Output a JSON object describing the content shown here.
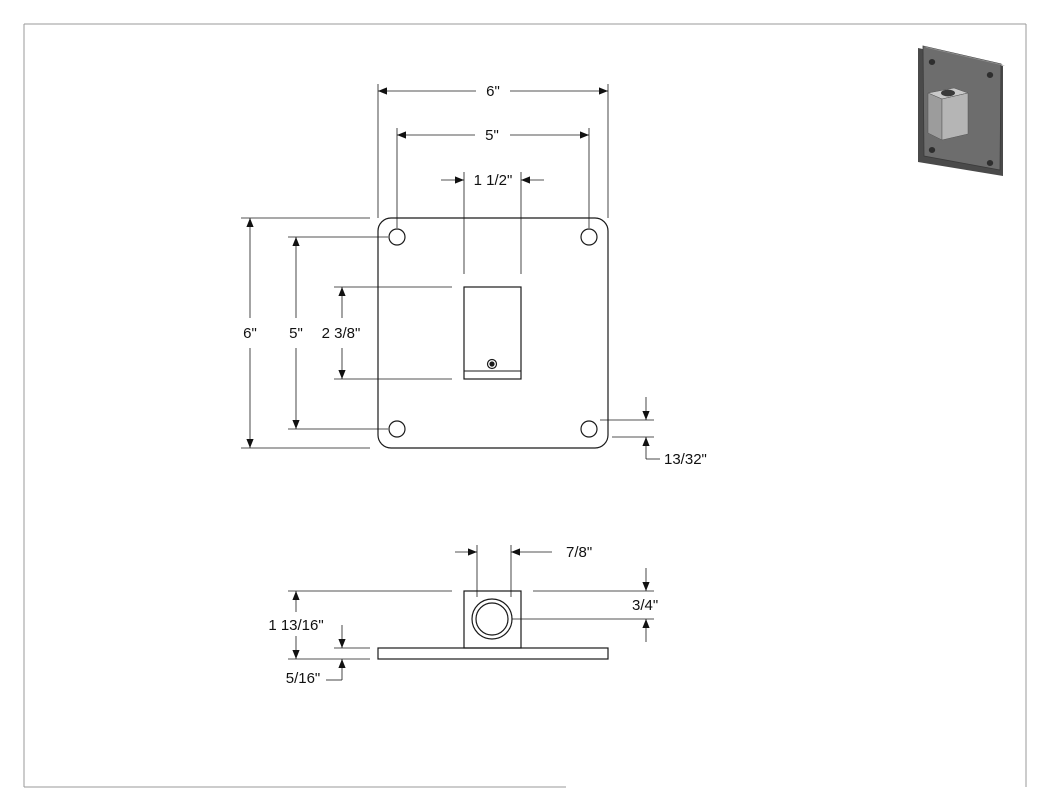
{
  "drawing": {
    "top_view": {
      "overall_width": "6\"",
      "hole_spacing_width": "5\"",
      "tube_width": "1 1/2\"",
      "overall_height": "6\"",
      "hole_spacing_height": "5\"",
      "tube_height": "2 3/8\"",
      "hole_edge_offset": "13/32\""
    },
    "side_view": {
      "tube_wall": "7/8\"",
      "bore_diameter": "3/4\"",
      "total_height": "1 13/16\"",
      "plate_thickness": "5/16\""
    }
  },
  "colors": {
    "line": "#1a1a1a",
    "frame": "#9a9a9a",
    "iso_plate": "#6d6d6d",
    "iso_tube": "#a9a9a9"
  }
}
